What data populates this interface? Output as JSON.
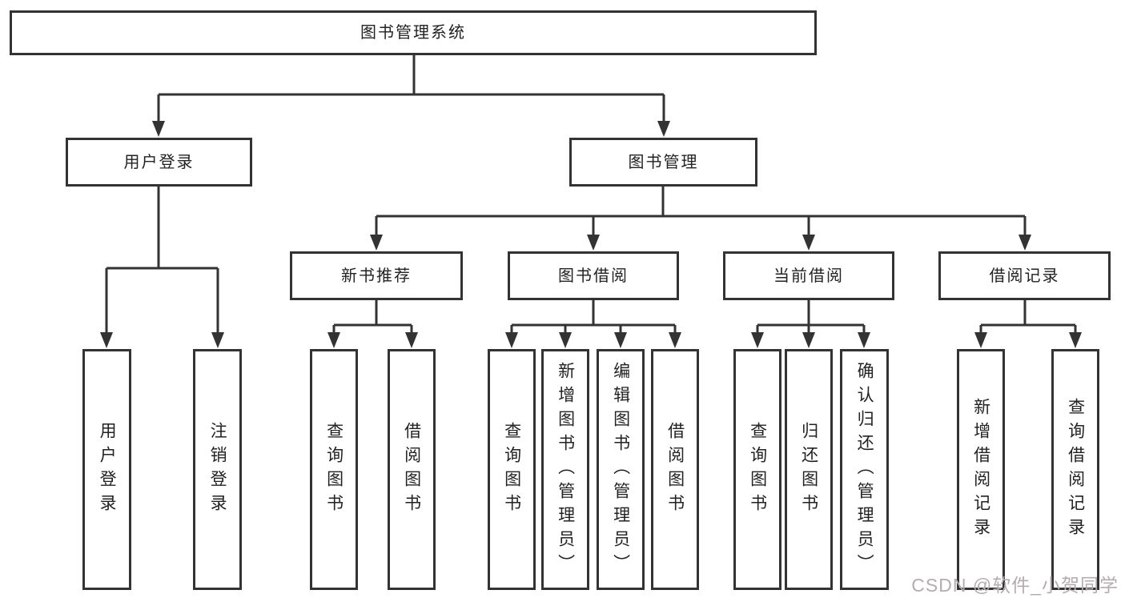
{
  "diagram": {
    "root": {
      "label": "图书管理系统",
      "children": [
        {
          "label": "用户登录",
          "children": [
            {
              "label": "用户登录"
            },
            {
              "label": "注销登录"
            }
          ]
        },
        {
          "label": "图书管理",
          "children": [
            {
              "label": "新书推荐",
              "children": [
                {
                  "label": "查询图书"
                },
                {
                  "label": "借阅图书"
                }
              ]
            },
            {
              "label": "图书借阅",
              "children": [
                {
                  "label": "查询图书"
                },
                {
                  "label": "新增图书（管理员）"
                },
                {
                  "label": "编辑图书（管理员）"
                },
                {
                  "label": "借阅图书"
                }
              ]
            },
            {
              "label": "当前借阅",
              "children": [
                {
                  "label": "查询图书"
                },
                {
                  "label": "归还图书"
                },
                {
                  "label": "确认归还（管理员）"
                }
              ]
            },
            {
              "label": "借阅记录",
              "children": [
                {
                  "label": "新增借阅记录"
                },
                {
                  "label": "查询借阅记录"
                }
              ]
            }
          ]
        }
      ]
    },
    "line_color": "#333333",
    "box_border_color": "#333333",
    "box_fill_color": "#ffffff",
    "text_color": "#222222"
  },
  "watermark": {
    "text": "CSDN @软件_小贺同学",
    "color": "#b5acac"
  }
}
